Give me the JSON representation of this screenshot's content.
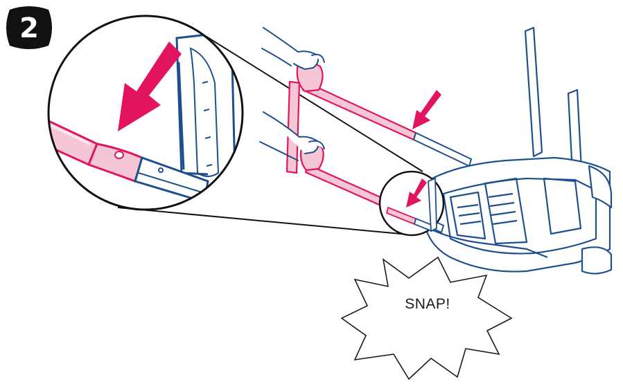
{
  "step": {
    "number": "2"
  },
  "callout": {
    "text": "SNAP!"
  },
  "colors": {
    "outline": "#1d4f8f",
    "accent": "#e2145f",
    "accent_fill": "#f5c6d3",
    "badge": "#111111",
    "line": "#111111"
  },
  "icons": {
    "badge": "step-number-badge",
    "arrows": "down-left-arrow-icon",
    "burst": "snap-burst-icon"
  }
}
